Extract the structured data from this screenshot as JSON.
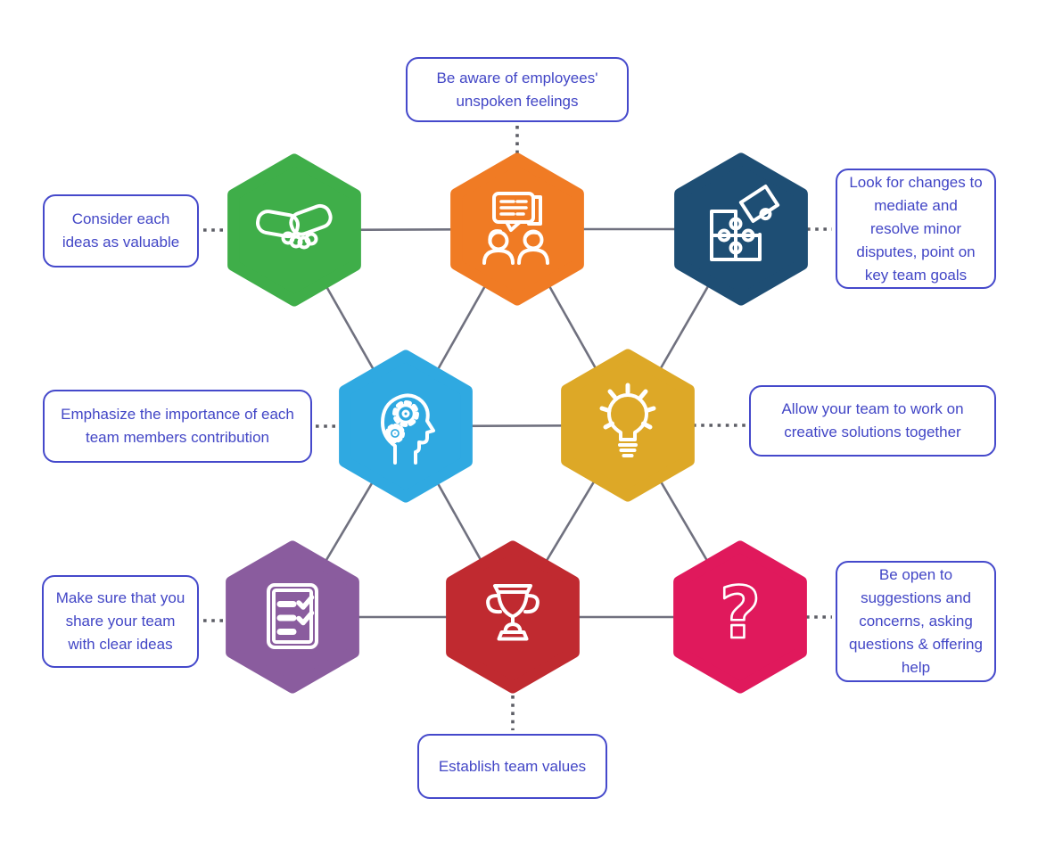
{
  "theme": {
    "background": "#ffffff",
    "box_border": "#4549cb",
    "box_text": "#4246c6",
    "solid_line": "#70717f",
    "dashed_line": "#5d5e66",
    "icon_color": "#ffffff"
  },
  "hexagons": [
    {
      "id": "handshake",
      "icon": "handshake-icon",
      "color": "#3fae49"
    },
    {
      "id": "conversation",
      "icon": "conversation-icon",
      "color": "#f07b24"
    },
    {
      "id": "puzzle",
      "icon": "puzzle-icon",
      "color": "#1e4e74"
    },
    {
      "id": "thinking",
      "icon": "head-gears-icon",
      "color": "#2fa9e1"
    },
    {
      "id": "idea",
      "icon": "lightbulb-icon",
      "color": "#dda827"
    },
    {
      "id": "checklist",
      "icon": "checklist-icon",
      "color": "#8a5c9e"
    },
    {
      "id": "trophy",
      "icon": "trophy-icon",
      "color": "#c02a30"
    },
    {
      "id": "question",
      "icon": "question-mark-icon",
      "color": "#e0195c"
    }
  ],
  "labels": [
    {
      "id": "top",
      "text": "Be aware of employees'\nunspoken feelings"
    },
    {
      "id": "left-top",
      "text": "Consider each\nideas as valuable"
    },
    {
      "id": "right-top",
      "text": "Look for changes to\nmediate and\nresolve minor\ndisputes, point on\nkey team goals"
    },
    {
      "id": "left-middle",
      "text": "Emphasize the importance of each\nteam members contribution"
    },
    {
      "id": "right-middle",
      "text": "Allow your team to work on\ncreative solutions together"
    },
    {
      "id": "left-bottom",
      "text": "Make sure that you\nshare your team\nwith clear ideas"
    },
    {
      "id": "right-bottom",
      "text": "Be open to\nsuggestions and\nconcerns, asking\nquestions & offering\nhelp"
    },
    {
      "id": "bottom",
      "text": "Establish team values"
    }
  ],
  "connections": {
    "solid": [
      [
        "handshake",
        "conversation"
      ],
      [
        "conversation",
        "puzzle"
      ],
      [
        "handshake",
        "thinking"
      ],
      [
        "conversation",
        "thinking"
      ],
      [
        "conversation",
        "idea"
      ],
      [
        "puzzle",
        "idea"
      ],
      [
        "thinking",
        "idea"
      ],
      [
        "thinking",
        "checklist"
      ],
      [
        "thinking",
        "trophy"
      ],
      [
        "idea",
        "trophy"
      ],
      [
        "idea",
        "question"
      ],
      [
        "checklist",
        "trophy"
      ],
      [
        "trophy",
        "question"
      ]
    ],
    "dashed": [
      [
        "top",
        "conversation"
      ],
      [
        "left-top",
        "handshake"
      ],
      [
        "puzzle",
        "right-top"
      ],
      [
        "left-middle",
        "thinking"
      ],
      [
        "idea",
        "right-middle"
      ],
      [
        "left-bottom",
        "checklist"
      ],
      [
        "question",
        "right-bottom"
      ],
      [
        "trophy",
        "bottom"
      ]
    ]
  }
}
